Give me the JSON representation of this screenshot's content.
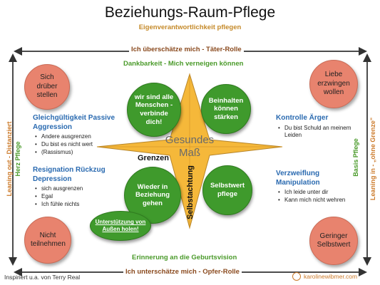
{
  "title": "Beziehungs-Raum-Pflege",
  "subtitle": "Eigenverantwortlichkeit pflegen",
  "top_role": "Ich überschätze mich - Täter-Rolle",
  "bottom_role": "Ich unterschätze mich - Opfer-Rolle",
  "top_green": "Dankbarkeit - Mich verneigen können",
  "bottom_green": "Erinnerung an die Geburtsvision",
  "left_outer": "Leaning out - Distanziert",
  "left_inner": "Herz Pflege",
  "right_outer": "Leaning in - „ohne Grenze\"",
  "right_inner": "Basis Pflege",
  "corners": {
    "top_left": "Sich drüber stellen",
    "top_right": "Liebe erzwingen wollen",
    "bottom_left": "Nicht teilnehmen",
    "bottom_right": "Geringer Selbstwert"
  },
  "center": {
    "main": "Gesundes Maß",
    "left": "Grenzen",
    "vertical": "Selbstachtung"
  },
  "green_circles": {
    "top_left": "wir sind alle Menschen - verbinde dich!",
    "top_right": "Beinhalten können stärken",
    "bottom_left": "Wieder in Beziehung gehen",
    "bottom_right": "Selbstwert pflege",
    "small": "Unterstützung von Außen holen!"
  },
  "panels": {
    "left_top": {
      "heading": "Gleichgültigkeit Passive Aggression",
      "items": [
        "Andere ausgrenzen",
        "Du bist es nicht wert",
        "(Rassismus)"
      ]
    },
    "left_bottom": {
      "heading": "Resignation Rückzug Depression",
      "items": [
        "sich ausgrenzen",
        "Egal",
        "Ich fühle nichts"
      ]
    },
    "right_top": {
      "heading": "Kontrolle Ärger",
      "items": [
        "Du bist Schuld an meinem Leiden"
      ]
    },
    "right_bottom": {
      "heading": "Verzweiflung Manipulation",
      "items": [
        "Ich leide unter dir",
        "Kann mich nicht wehren"
      ]
    }
  },
  "footer_left": "Inspiriert u.a. von Terry Real",
  "footer_right": "karolinewibmer.com",
  "colors": {
    "corner_circle": "#e8836e",
    "green_circle": "#3f9a2c",
    "star_fill": "#f5b83a",
    "heading_blue": "#2a6ab0",
    "role_brown": "#8a4a1e"
  }
}
